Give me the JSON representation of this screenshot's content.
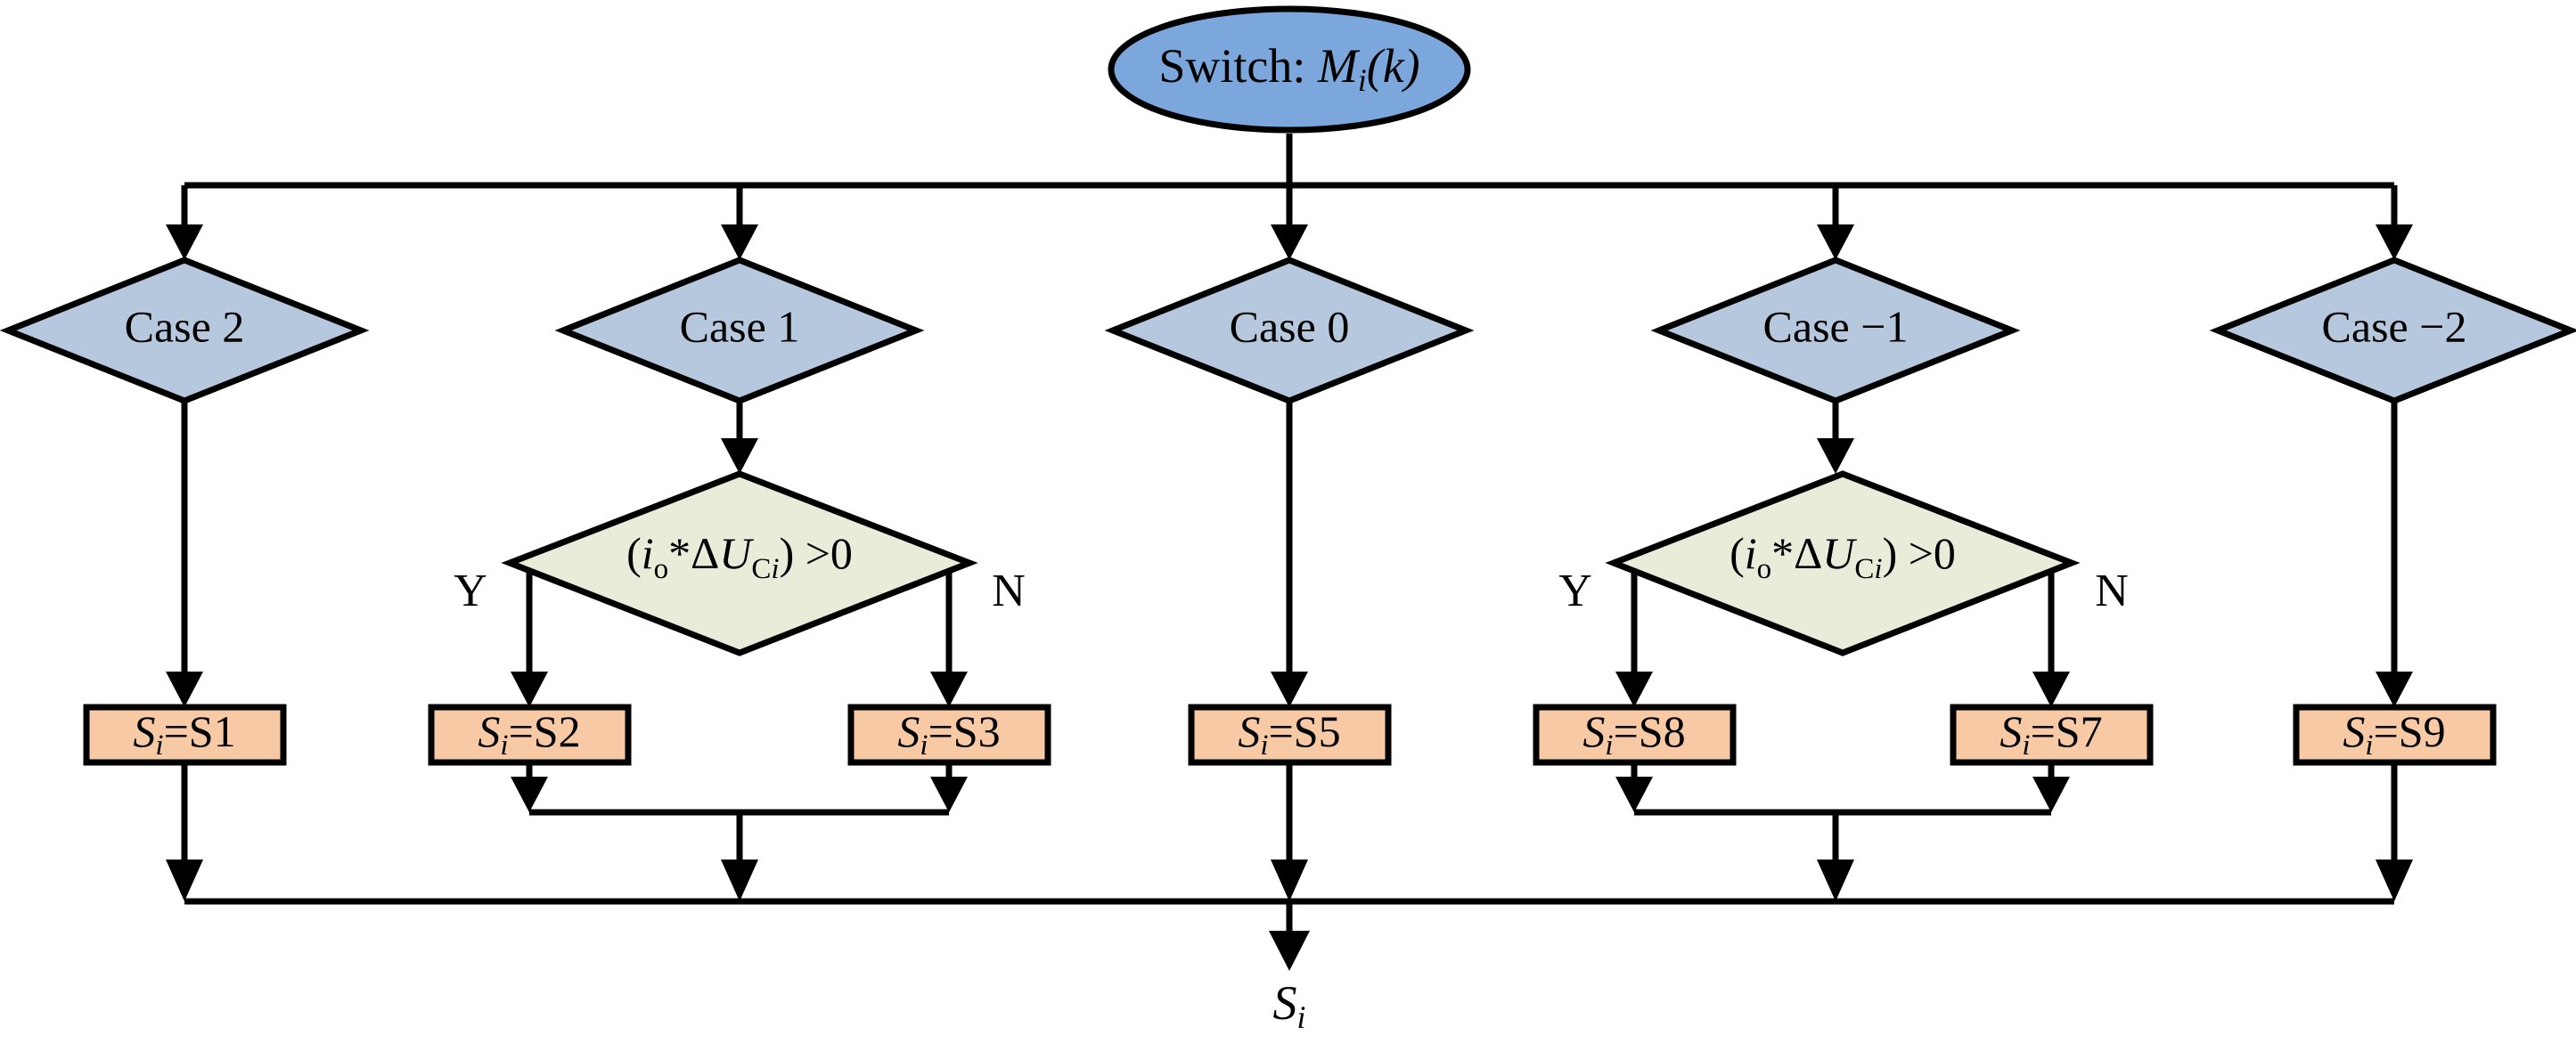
{
  "diagram": {
    "title_node": {
      "label_prefix": "Switch: ",
      "label_var": "M",
      "label_sub": "i",
      "label_suffix": "(k)",
      "full_text": "Switch: Mi(k)",
      "shape": "ellipse",
      "fill": "#7ba7dc"
    },
    "case_nodes": [
      {
        "id": "case2",
        "label": "Case 2",
        "shape": "diamond",
        "fill": "#b6c8dd"
      },
      {
        "id": "case1",
        "label": "Case 1",
        "shape": "diamond",
        "fill": "#b6c8dd"
      },
      {
        "id": "case0",
        "label": "Case 0",
        "shape": "diamond",
        "fill": "#b6c8dd"
      },
      {
        "id": "casem1",
        "label": "Case −1",
        "shape": "diamond",
        "fill": "#b6c8dd"
      },
      {
        "id": "casem2",
        "label": "Case −2",
        "shape": "diamond",
        "fill": "#b6c8dd"
      }
    ],
    "decision_nodes": [
      {
        "id": "dec-left",
        "expr_open": "(",
        "expr_i": "i",
        "expr_i_sub": "o",
        "expr_star": "*Δ",
        "expr_u": "U",
        "expr_u_sub": "C",
        "expr_u_sub_i": "i",
        "expr_close": ") >0",
        "full_text": "(io*ΔUCi) >0",
        "yes_label": "Y",
        "no_label": "N",
        "shape": "diamond",
        "fill": "#e8ecd9"
      },
      {
        "id": "dec-right",
        "expr_open": "(",
        "expr_i": "i",
        "expr_i_sub": "o",
        "expr_star": "*Δ",
        "expr_u": "U",
        "expr_u_sub": "C",
        "expr_u_sub_i": "i",
        "expr_close": ") >0",
        "full_text": "(io*ΔUCi) >0",
        "yes_label": "Y",
        "no_label": "N",
        "shape": "diamond",
        "fill": "#e8ecd9"
      }
    ],
    "state_boxes": [
      {
        "id": "s1",
        "var": "S",
        "var_sub": "i",
        "eq": "=S1",
        "full_text": "Si=S1",
        "fill": "#f7caa5"
      },
      {
        "id": "s2",
        "var": "S",
        "var_sub": "i",
        "eq": "=S2",
        "full_text": "Si=S2",
        "fill": "#f7caa5"
      },
      {
        "id": "s3",
        "var": "S",
        "var_sub": "i",
        "eq": "=S3",
        "full_text": "Si=S3",
        "fill": "#f7caa5"
      },
      {
        "id": "s5",
        "var": "S",
        "var_sub": "i",
        "eq": "=S5",
        "full_text": "Si=S5",
        "fill": "#f7caa5"
      },
      {
        "id": "s8",
        "var": "S",
        "var_sub": "i",
        "eq": "=S8",
        "full_text": "Si=S8",
        "fill": "#f7caa5"
      },
      {
        "id": "s7",
        "var": "S",
        "var_sub": "i",
        "eq": "=S7",
        "full_text": "Si=S7",
        "fill": "#f7caa5"
      },
      {
        "id": "s9",
        "var": "S",
        "var_sub": "i",
        "eq": "=S9",
        "full_text": "Si=S9",
        "fill": "#f7caa5"
      }
    ],
    "output": {
      "var": "S",
      "var_sub": "i",
      "full_text": "Si"
    },
    "colors": {
      "ellipse_fill": "#7ba7dc",
      "diamond_fill": "#b6c8dd",
      "decision_fill": "#e8ecd9",
      "box_fill": "#f7caa5",
      "stroke": "#000000",
      "background": "#ffffff"
    }
  }
}
